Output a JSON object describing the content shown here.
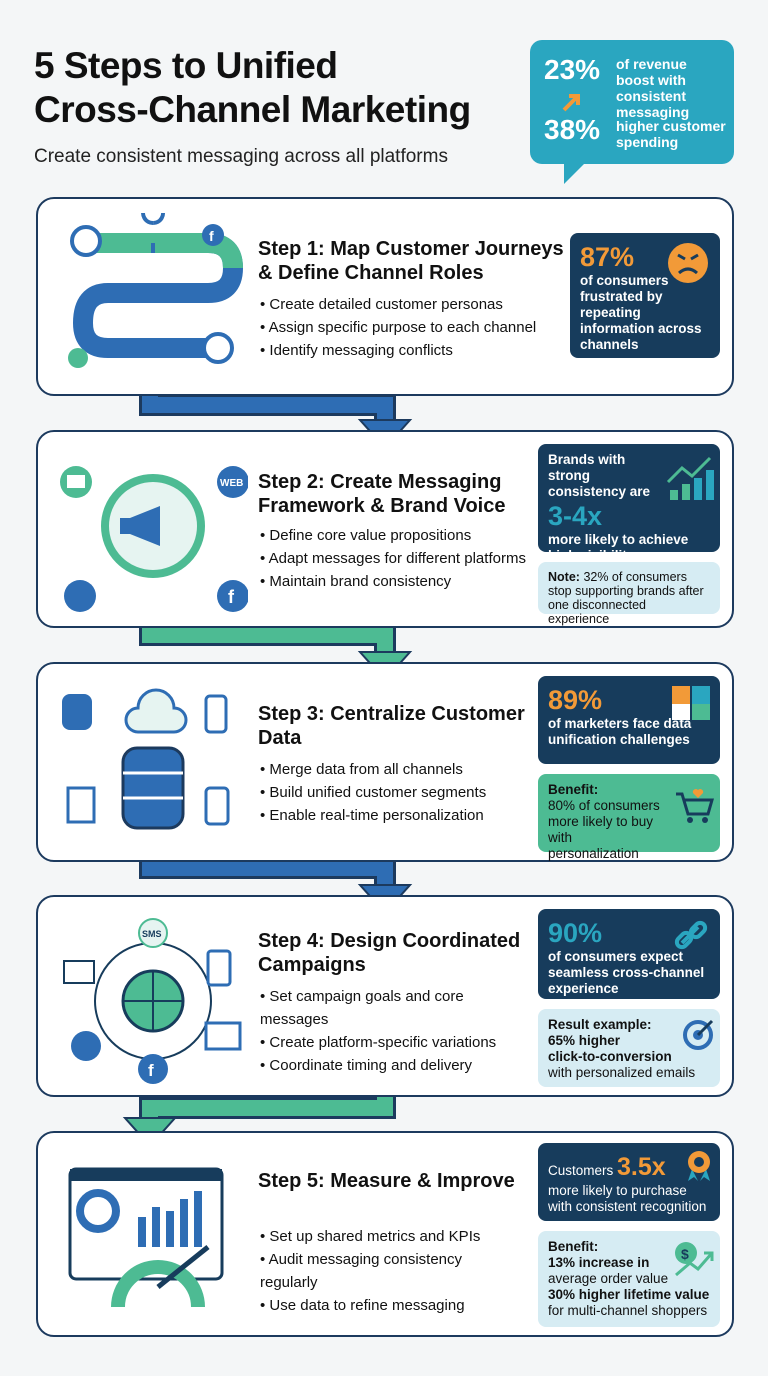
{
  "header": {
    "title_line1": "5 Steps to Unified",
    "title_line2": "Cross-Channel Marketing",
    "subtitle": "Create consistent messaging across all platforms"
  },
  "highlight": {
    "stat1": "23%",
    "stat1_text": "of revenue boost with consistent messaging",
    "stat2": "38%",
    "stat2_text": "higher customer spending",
    "icon": "arrow-up-right-icon"
  },
  "colors": {
    "navy": "#173c5c",
    "teal": "#2aa6c0",
    "green": "#4dbb93",
    "orange": "#f29a38",
    "blue": "#2e6db4"
  },
  "steps": [
    {
      "title": "Step 1: Map Customer Journeys & Define Channel Roles",
      "bullets": [
        "Create detailed customer personas",
        "Assign specific purpose to each channel",
        "Identify messaging conflicts"
      ],
      "stat": {
        "value": "87%",
        "text": "of consumers frustrated by repeating information across channels",
        "icon": "frustrated-face-icon"
      }
    },
    {
      "title": "Step 2: Create Messaging Framework & Brand Voice",
      "bullets": [
        "Define core value propositions",
        "Adapt messages for different platforms",
        "Maintain brand consistency"
      ],
      "stat": {
        "pre": "Brands with strong consistency are",
        "value": "3-4x",
        "text": "more likely to achieve high visibility",
        "icon": "growth-chart-icon"
      },
      "note": {
        "label": "Note:",
        "text": "32% of consumers stop supporting brands after one disconnected experience"
      }
    },
    {
      "title": "Step 3: Centralize Customer Data",
      "bullets": [
        "Merge data from all channels",
        "Build unified customer segments",
        "Enable real-time personalization"
      ],
      "stat": {
        "value": "89%",
        "text": "of marketers face data unification challenges",
        "icon": "puzzle-icon"
      },
      "benefit": {
        "label": "Benefit:",
        "text": "80% of consumers more likely to buy with personalization",
        "icon": "cart-heart-icon"
      }
    },
    {
      "title": "Step 4: Design Coordinated Campaigns",
      "bullets": [
        "Set campaign goals and core messages",
        "Create platform-specific variations",
        "Coordinate timing and delivery"
      ],
      "stat": {
        "value": "90%",
        "text": "of consumers expect seamless cross-channel experience",
        "icon": "link-icon"
      },
      "result": {
        "label": "Result example:",
        "line1": "65% higher",
        "line2": "click-to-conversion",
        "line3": "with personalized emails",
        "icon": "target-icon"
      }
    },
    {
      "title": "Step 5: Measure & Improve",
      "bullets": [
        "Set up shared metrics and KPIs",
        "Audit messaging consistency regularly",
        "Use data to refine messaging"
      ],
      "stat": {
        "pre": "Customers",
        "value": "3.5x",
        "text": "more likely to purchase with consistent recognition",
        "icon": "award-badge-icon"
      },
      "benefit": {
        "label": "Benefit:",
        "line1": "13% increase in",
        "line2": "average order value",
        "line3": "30% higher lifetime value",
        "line4": "for multi-channel shoppers",
        "icon": "money-growth-icon"
      }
    }
  ],
  "icon_labels": {
    "web": "WEB",
    "sms": "SMS"
  }
}
